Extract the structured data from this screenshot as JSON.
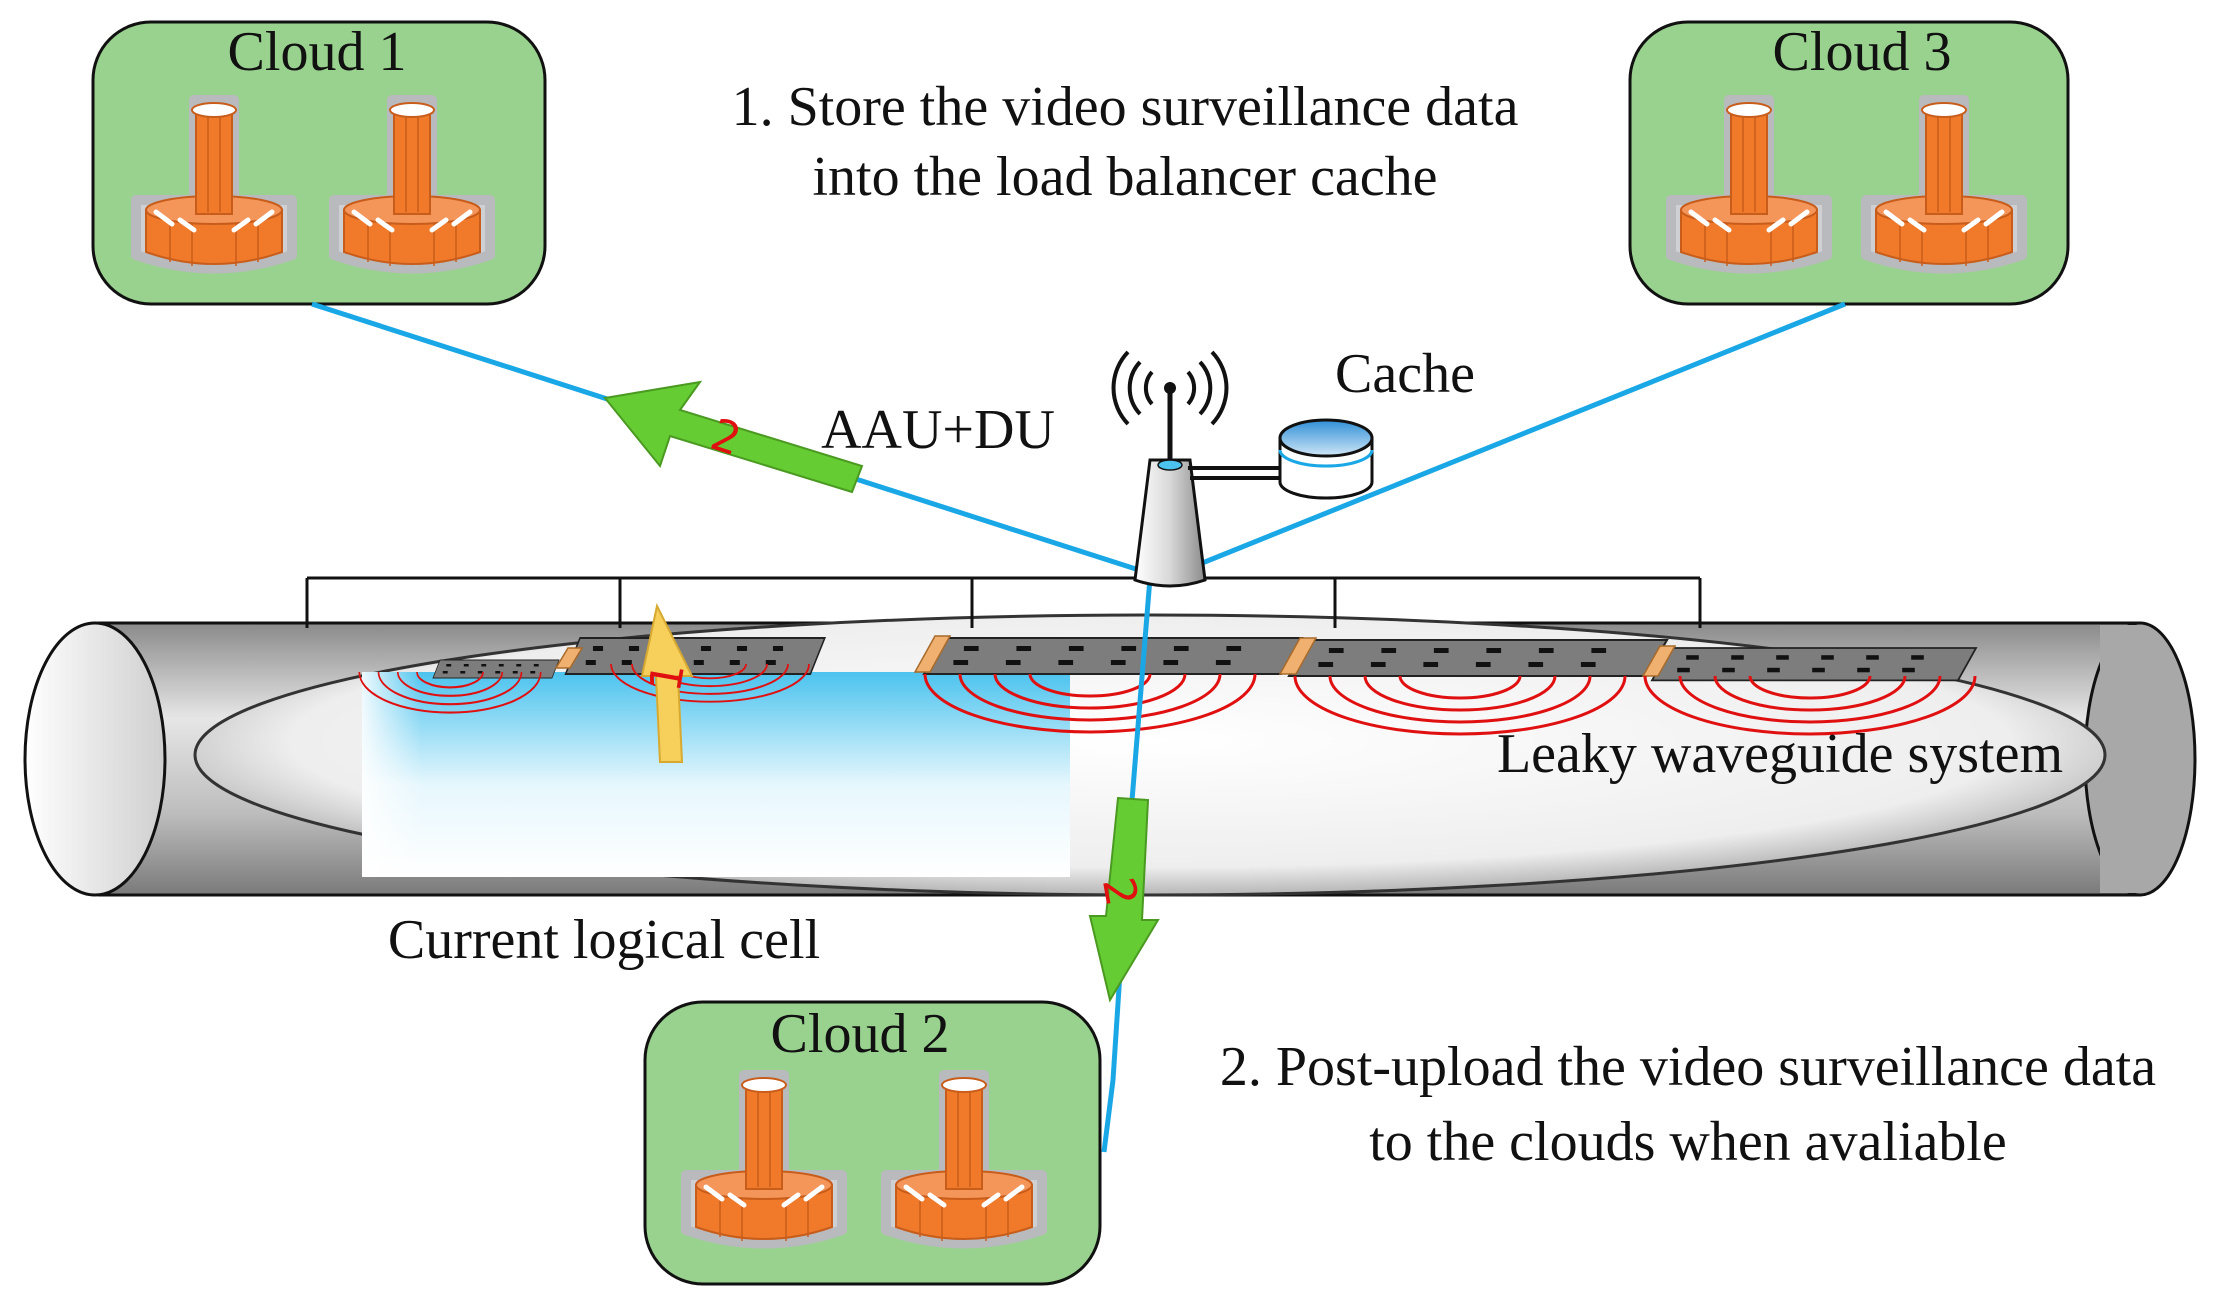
{
  "clouds": [
    {
      "label": "Cloud 1"
    },
    {
      "label": "Cloud 2"
    },
    {
      "label": "Cloud 3"
    }
  ],
  "steps": {
    "step1_line1": "1. Store the video surveillance data",
    "step1_line2": "into the load balancer cache",
    "step2_line1": "2. Post-upload the video surveillance data",
    "step2_line2": "to the clouds when avaliable"
  },
  "labels": {
    "base_station": "AAU+DU",
    "cache": "Cache",
    "waveguide": "Leaky waveguide system",
    "logical_cell": "Current logical cell"
  },
  "arrow_numbers": {
    "upload_to_cloud1": "2",
    "upload_to_cloud2": "2",
    "store_to_cache": "1"
  },
  "colors": {
    "cloud_fill": "#99d18f",
    "server_orange": "#f07a2a",
    "link_blue": "#1aa7e6",
    "arrow_green": "#66cc33",
    "arrow_yellow": "#f7d05c",
    "signal_red": "#e01010",
    "logical_cell_blue": "#4cc3ee"
  },
  "icons": [
    "server-icon",
    "antenna-icon",
    "database-icon",
    "waveguide-slot-icon"
  ]
}
